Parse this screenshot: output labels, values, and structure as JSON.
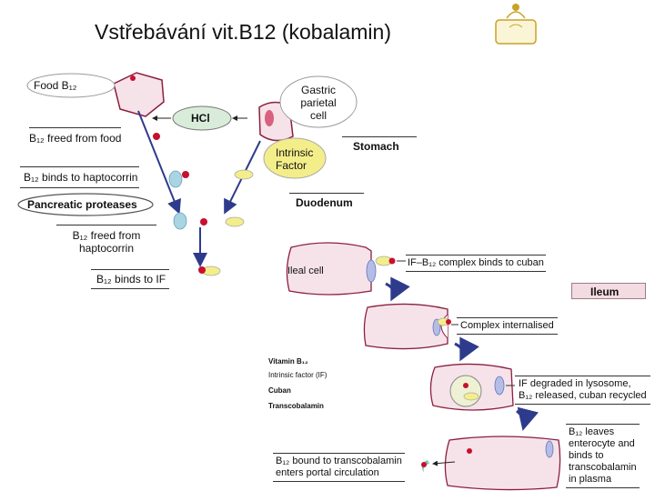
{
  "title": "Vstřebávání vit.B12 (kobalamin)",
  "labels": {
    "food_b12": "Food B₁₂",
    "gastric_cell": [
      "Gastric",
      "parietal",
      "cell"
    ],
    "hcl": "HCl",
    "b12_freed_food": "B₁₂ freed from food",
    "intrinsic_factor": [
      "Intrinsic",
      "Factor"
    ],
    "stomach": "Stomach",
    "b12_haptocorrin": "B₁₂ binds to haptocorrin",
    "pancreatic_proteases": "Pancreatic proteases",
    "duodenum": "Duodenum",
    "b12_freed_haptocorrin": [
      "B₁₂ freed from",
      "haptocorrin"
    ],
    "b12_binds_if": "B₁₂ binds to IF",
    "ileal_cell": "Ileal cell",
    "if_cuban": "IF–B₁₂ complex binds to cuban",
    "ileum": "Ileum",
    "complex_internalised": "Complex internalised",
    "if_degraded": [
      "IF degraded in lysosome,",
      "B₁₂ released, cuban recycled"
    ],
    "b12_leaves": [
      "B₁₂ leaves",
      "enterocyte and",
      "binds to",
      "transcobalamin",
      "in plasma"
    ],
    "portal": [
      "B₁₂ bound to transcobalamin",
      "enters portal circulation"
    ]
  },
  "legend": {
    "items": [
      {
        "label": "Vitamin B₁₂",
        "icon": "red-dot"
      },
      {
        "label": "Intrinsic factor (IF)",
        "icon": "yellow-oval"
      },
      {
        "label": "Cuban",
        "icon": "blue-oval"
      },
      {
        "label": "Transcobalamin",
        "icon": "green-crescent"
      }
    ]
  },
  "colors": {
    "b12": "#c8102e",
    "intrinsic_factor": "#f3ee8a",
    "cuban": "#b3bde6",
    "haptocorrin": "#a9d4e4",
    "transcobalamin": "#7ac9a3",
    "cell_fill": "#f6e3ea",
    "cell_stroke": "#8c1f3c",
    "hcl_fill": "#d8ecd9",
    "arrow": "#2e3b8c"
  }
}
